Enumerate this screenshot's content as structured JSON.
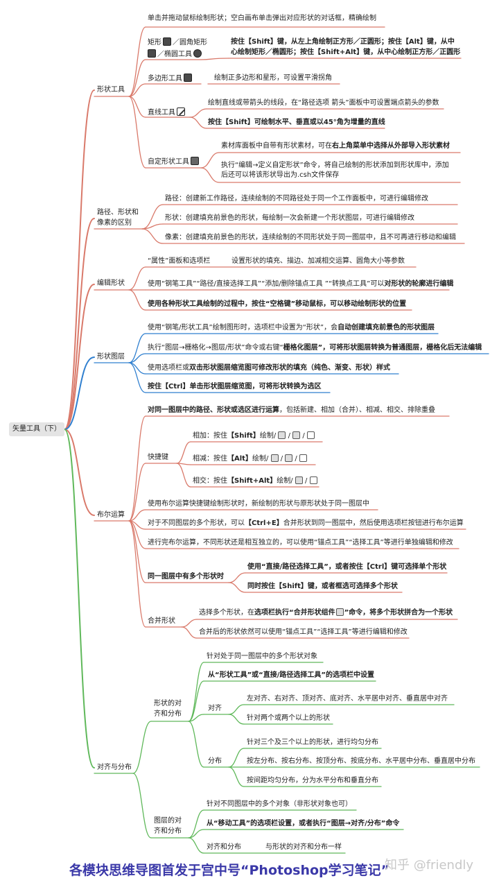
{
  "root": "矢量工具（下）",
  "colors": {
    "orange": "#d9796a",
    "blue": "#2f7fcf",
    "green": "#5fb85a"
  },
  "shape_tools": {
    "label": "形状工具",
    "intro": "单击并拖动鼠标绘制形状；空白画布单击弹出对应形状的对话框，精确绘制",
    "rect_label_1": "矩形",
    "rect_label_2": "／圆角矩形",
    "rect_label_3": "／椭圆工具",
    "rect_note_1": "按住【Shift】键，从左上角绘制正方形／正圆形；按住【Alt】键，从中",
    "rect_note_2": "心绘制矩形／椭圆形；按住【Shift+Alt】键，从中心绘制正方形／正圆形",
    "polygon_label": "多边形工具",
    "polygon_note": "绘制正多边形和星形，可设置平滑拐角",
    "line_label": "直线工具",
    "line_note_1": "绘制直线或带箭头的线段，在“路径选项 箭头”面板中可设置端点箭头的参数",
    "line_note_2": "按住【Shift】可绘制水平、垂直或以45°角为增量的直线",
    "custom_label": "自定形状工具",
    "custom_note_1a": "素材库面板中自带有形状素材，可在",
    "custom_note_1b": "右上角菜单中选择从外部导入形状素材",
    "custom_note_2a": "执行“编辑→定义自定形状”命令，将自己绘制的形状添加到形状库中，添加",
    "custom_note_2b": "后还可以将该形状导出为.csh文件保存"
  },
  "diff": {
    "label_1": "路径、形状和",
    "label_2": "像素的区别",
    "path": "路径：创建新工作路径，连续绘制的不同路径处于同一个工作面板中，可进行编辑修改",
    "shape": "形状：创建填充前景色的形状，每绘制一次会新建一个形状图层，可进行编辑修改",
    "pixel": "像素：创建填充前景色的形状，连续绘制的不同形状处于同一图层中，且不可再进行移动和编辑"
  },
  "edit": {
    "label": "编辑形状",
    "prop_label": "“属性”面板和选项栏",
    "prop_note": "设置形状的填充、描边、加减相交运算、圆角大小等参数",
    "pen_a": "使用“钢笔工具”“路径/直接选择工具”“添加/删除锚点工具 ”“转换点工具”可以",
    "pen_b": "对形状的轮廓进行编辑",
    "space": "使用各种形状工具绘制的过程中，按住“空格键”移动鼠标，可以移动绘制形状的位置"
  },
  "layer": {
    "label": "形状图层",
    "l1a": "使用“钢笔/形状工具”绘制图形时，选项栏中设置为“形状”，会",
    "l1b": "自动创建填充前景色的形状图层",
    "l2a": "执行“图层→栅格化→图层/形状”命令或右键“",
    "l2b": "栅格化图层”，可将形状图层转换为普通图层，栅格化后无法编辑",
    "l3a": "使用选项栏或",
    "l3b": "双击形状图层缩览图可修改形状的填充（纯色、渐变、形状）样式",
    "l4": "按住【Ctrl】单击形状图层缩览图，可将形状转换为选区"
  },
  "bool": {
    "label": "布尔运算",
    "b1a": "对同一图层中的路径、形状或选区进行运算",
    "b1b": "，包括新建、相加（合并）、相减、相交、排除重叠",
    "shortcut_label": "快捷键",
    "add_a": "相加：按住",
    "add_b": "【Shift】",
    "add_c": "绘制/",
    "sub_a": "相减：按住",
    "sub_b": "【Alt】",
    "sub_c": "绘制/",
    "int_a": "相交：按住",
    "int_b": "【Shift+Alt】",
    "int_c": "绘制/",
    "b2": "使用布尔运算快捷键绘制形状时，新绘制的形状与原形状处于同一图层中",
    "b3a": "对于不同图层的多个形状，可以",
    "b3b": "【Ctrl+E】",
    "b3c": "合并形状到同一图层中，然后使用选项栏按钮进行布尔运算",
    "b4": "进行完布尔运算，不同形状还是相互独立的，可以使用“锚点工具”“选择工具”等进行单独编辑和修改",
    "multi_label": "同一图层中有多个形状时",
    "multi_1": "使用“直接/路径选择工具”，或者按住【Ctrl】键可选择单个形状",
    "multi_2": "同时按住【Shift】键，或者框选可选择多个形状",
    "merge_label": "合并形状",
    "merge_1a": "选择多个形状，在",
    "merge_1b": "选项栏执行“合并形状组件",
    "merge_1c": "”命令，将多个形状拼合为一个形状",
    "merge_2": "合并后的形状依然可以使用“锚点工具”“选择工具”等进行编辑和修改"
  },
  "align": {
    "label": "对齐与分布",
    "shape_label_1": "形状的对",
    "shape_label_2": "齐和分布",
    "s1": "针对处于同一图层中的多个形状对象",
    "s2": "从“形状工具”或“直接/路径选择工具”的选项栏中设置",
    "align_label": "对齐",
    "a1": "左对齐、右对齐、顶对齐、底对齐、水平居中对齐、垂直居中对齐",
    "a2": "针对两个或两个以上的形状",
    "dist_label": "分布",
    "d1": "针对三个及三个以上的形状，进行均匀分布",
    "d2": "按左分布、按右分布、按顶分布、按底分布、水平居中分布、垂直居中分布",
    "d3": "按间距均匀分布，分为水平分布和垂直分布",
    "layer_label_1": "图层的对",
    "layer_label_2": "齐和分布",
    "g1": "针对不同图层中的多个对象（非形状对象也可）",
    "g2": "从“移动工具”的选项栏设置，或者执行“图层→对齐/分布”命令",
    "g3a": "对齐和分布",
    "g3b": "与形状的对齐和分布一样"
  },
  "footer": "各模块思维导图首发于宫中号“Photoshop学习笔记”",
  "watermark": "知乎 @friendly"
}
